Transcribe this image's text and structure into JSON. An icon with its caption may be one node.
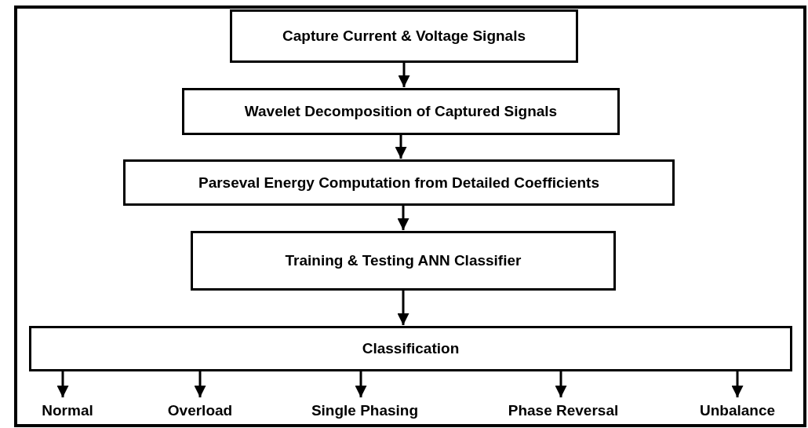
{
  "diagram": {
    "nodes": [
      {
        "text": [
          "Capture Current & Voltage Signals"
        ]
      },
      {
        "text": [
          "Wavelet Decomposition of Captured Signals"
        ]
      },
      {
        "text": [
          "Parseval Energy Computation from Detailed Coefficients"
        ]
      },
      {
        "text": [
          "Training & Testing ANN Classifier"
        ]
      },
      {
        "text": [
          "Classification"
        ]
      },
      {
        "text": [
          "Normal"
        ]
      },
      {
        "text": [
          "Overload"
        ]
      },
      {
        "text": [
          "Single Phasing"
        ]
      },
      {
        "text": [
          "Phase Reversal"
        ]
      },
      {
        "text": [
          "Unbalance"
        ]
      }
    ],
    "edges": [
      {
        "from": 0,
        "to": 1,
        "arrow": "to"
      },
      {
        "from": 1,
        "to": 2,
        "arrow": "to"
      },
      {
        "from": 2,
        "to": 3,
        "arrow": "to"
      },
      {
        "from": 3,
        "to": 4,
        "arrow": "to"
      },
      {
        "from": 4,
        "to": 5,
        "arrow": "to"
      },
      {
        "from": 4,
        "to": 6,
        "arrow": "to"
      },
      {
        "from": 4,
        "to": 7,
        "arrow": "to"
      },
      {
        "from": 4,
        "to": 8,
        "arrow": "to"
      },
      {
        "from": 4,
        "to": 9,
        "arrow": "to"
      }
    ]
  }
}
